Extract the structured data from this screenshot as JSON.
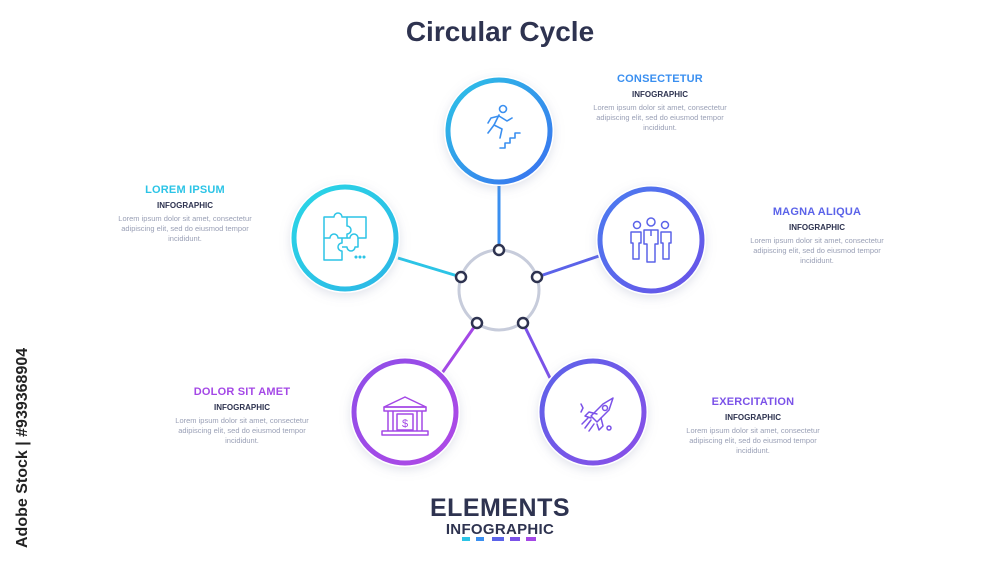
{
  "title": "Circular Cycle",
  "nodes": [
    {
      "heading": "CONSECTETUR",
      "sub": "INFOGRAPHIC",
      "body": "Lorem ipsum dolor sit amet, consectetur adipiscing elit, sed do eiusmod tempor incididunt.",
      "icon": "running-upstairs-icon",
      "color": "#3a8ff0"
    },
    {
      "heading": "MAGNA ALIQUA",
      "sub": "INFOGRAPHIC",
      "body": "Lorem ipsum dolor sit amet, consectetur adipiscing elit, sed do eiusmod tempor incididunt.",
      "icon": "team-icon",
      "color": "#5b63e9"
    },
    {
      "heading": "EXERCITATION",
      "sub": "INFOGRAPHIC",
      "body": "Lorem ipsum dolor sit amet, consectetur adipiscing elit, sed do eiusmod tempor incididunt.",
      "icon": "rocket-icon",
      "color": "#7b52e8"
    },
    {
      "heading": "DOLOR SIT AMET",
      "sub": "INFOGRAPHIC",
      "body": "Lorem ipsum dolor sit amet, consectetur adipiscing elit, sed do eiusmod tempor incididunt.",
      "icon": "bank-icon",
      "color": "#a448e6"
    },
    {
      "heading": "LOREM IPSUM",
      "sub": "INFOGRAPHIC",
      "body": "Lorem ipsum dolor sit amet, consectetur adipiscing elit, sed do eiusmod tempor incididunt.",
      "icon": "puzzle-icon",
      "color": "#2cc4e6"
    }
  ],
  "brand": {
    "line1": "ELEMENTS",
    "line2": "INFOGRAPHIC"
  },
  "brand_dots_colors": [
    "#2cc4e6",
    "#3a8ff0",
    "#5b63e9",
    "#7b52e8",
    "#a448e6"
  ],
  "watermark": "Adobe Stock | #939368904"
}
